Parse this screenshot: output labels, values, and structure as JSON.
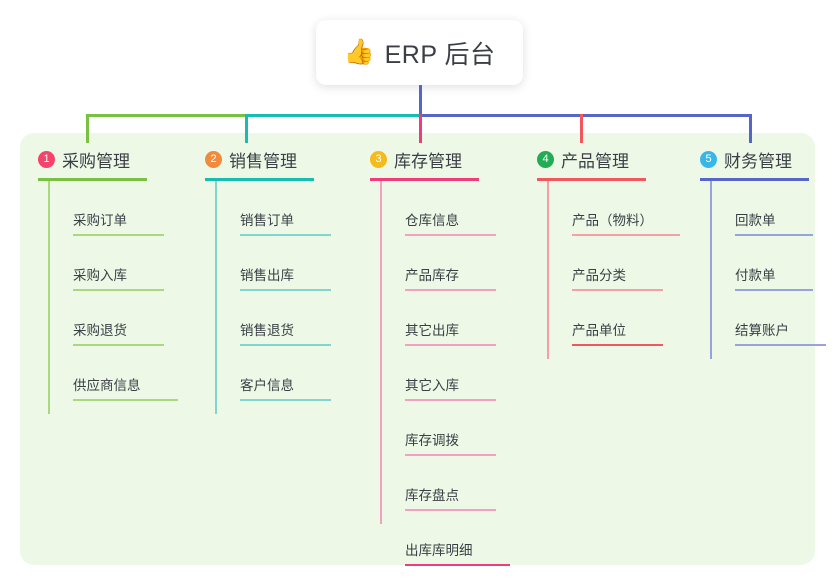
{
  "root": {
    "icon": "👍",
    "icon_name": "thumbs-up-icon",
    "title": "ERP 后台"
  },
  "colors": {
    "panel_background": "#edf8e7",
    "page_background": "#ffffff",
    "root_text": "#3b3f45",
    "bus_left": "#7ac143",
    "bus_mid": "#17bdb0",
    "bus_right": "#5566c8",
    "stub_1": "#7ac143",
    "stub_2": "#17bdb0",
    "stub_3": "#ef3d7b",
    "stub_4": "#f2575f",
    "stub_5": "#5566c8",
    "root_stem": "#5566c8"
  },
  "columns": [
    {
      "number": "1",
      "title": "采购管理",
      "badge_color": "#f4436c",
      "line_color": "#7ac143",
      "line_color_light": "#a9d97f",
      "children": [
        "采购订单",
        "采购入库",
        "采购退货",
        "供应商信息"
      ]
    },
    {
      "number": "2",
      "title": "销售管理",
      "badge_color": "#f08a3c",
      "line_color": "#17bdb0",
      "line_color_light": "#7ed6cf",
      "children": [
        "销售订单",
        "销售出库",
        "销售退货",
        "客户信息"
      ]
    },
    {
      "number": "3",
      "title": "库存管理",
      "badge_color": "#f5bb1d",
      "line_color": "#ef3d7b",
      "line_color_light": "#f3a1c0",
      "children": [
        "仓库信息",
        "产品库存",
        "其它出库",
        "其它入库",
        "库存调拨",
        "库存盘点",
        "出库库明细"
      ]
    },
    {
      "number": "4",
      "title": "产品管理",
      "badge_color": "#22ac56",
      "line_color": "#f2575f",
      "line_color_light": "#f5a0a4",
      "children": [
        "产品（物料）",
        "产品分类",
        "产品单位"
      ]
    },
    {
      "number": "5",
      "title": "财务管理",
      "badge_color": "#38b6e8",
      "line_color": "#5566c8",
      "line_color_light": "#96a3dd",
      "children": [
        "回款单",
        "付款单",
        "结算账户"
      ]
    }
  ]
}
